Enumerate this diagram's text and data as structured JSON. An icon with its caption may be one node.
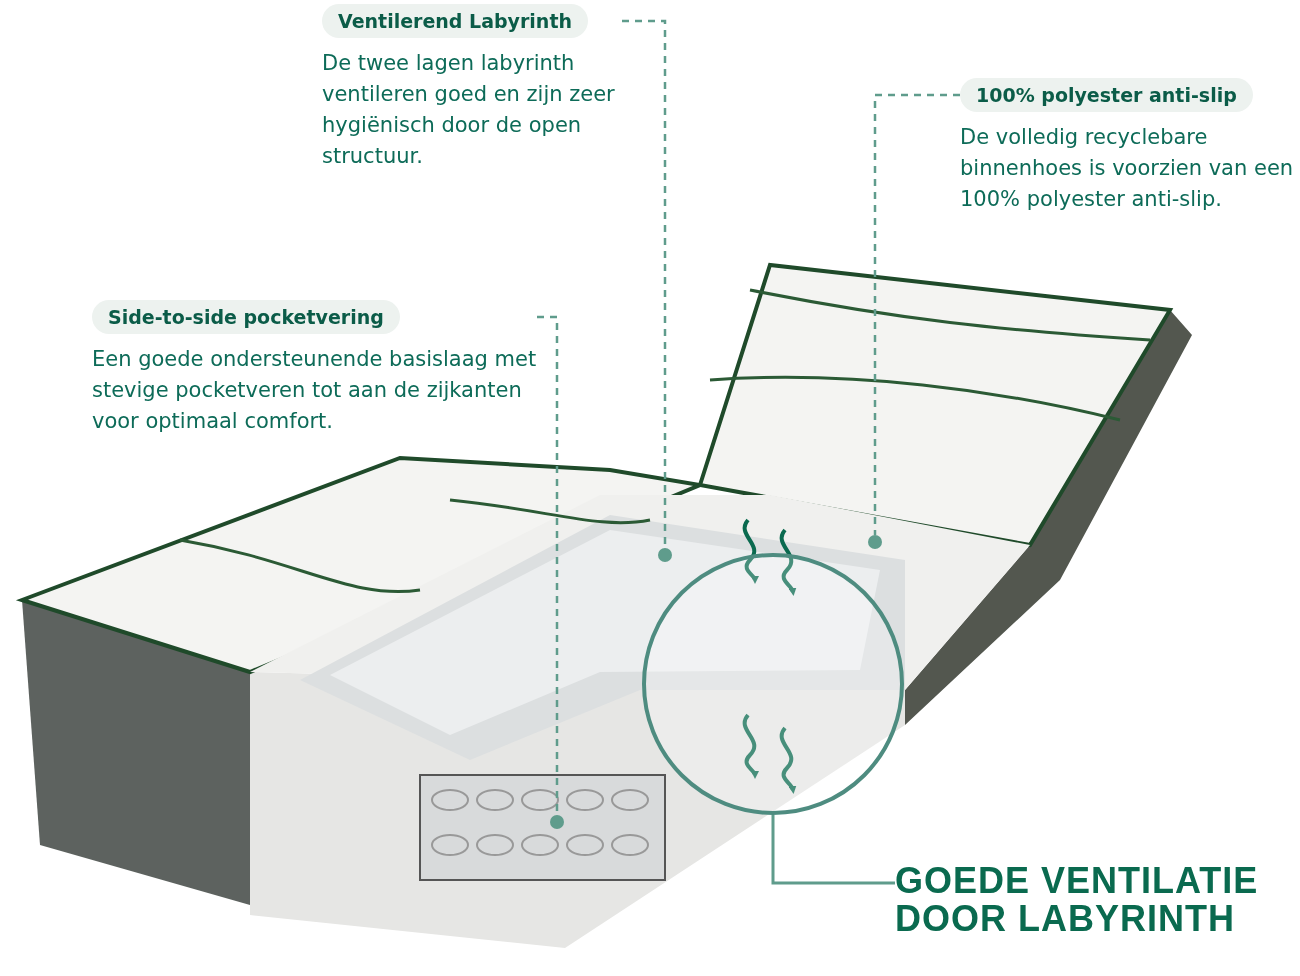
{
  "diagram": {
    "nodes": [
      {
        "text": [
          "Ventilerend Labyrinth",
          "De twee lagen labyrinth ventileren goed en zijn zeer hygiënisch door de open structuur."
        ]
      },
      {
        "text": [],
        "shape": "circle"
      },
      {
        "text": [
          "100% polyester anti-slip",
          "De volledig recyclebare binnenhoes is voorzien van een 100% polyester anti-slip."
        ]
      },
      {
        "text": [],
        "shape": "circle"
      },
      {
        "text": [
          "Side-to-side pocketvering",
          "Een goede ondersteunende basislaag met stevige pocketveren tot aan de zijkanten voor optimaal comfort."
        ]
      },
      {
        "text": [],
        "shape": "circle"
      },
      {
        "text": [],
        "shape": "circle"
      },
      {
        "text": [
          "GOEDE VENTILATIE DOOR LABYRINTH"
        ]
      }
    ],
    "edges": [
      {
        "from": 0,
        "to": 1,
        "arrow": "none",
        "style": "dashed"
      },
      {
        "from": 2,
        "to": 3,
        "arrow": "none",
        "style": "dashed"
      },
      {
        "from": 4,
        "to": 5,
        "arrow": "none",
        "style": "dashed"
      },
      {
        "from": 6,
        "to": 7,
        "arrow": "none"
      }
    ]
  }
}
